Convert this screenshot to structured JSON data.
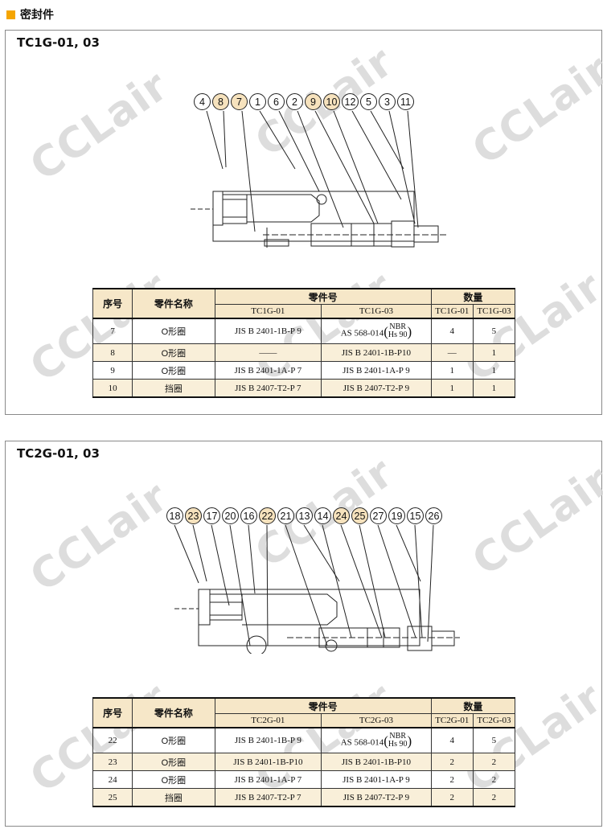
{
  "header": {
    "title": "密封件",
    "accent": "#f5a500"
  },
  "watermark": "CCLair",
  "table_headers": {
    "no": "序号",
    "name": "零件名称",
    "part_no": "零件号",
    "qty": "数量"
  },
  "section1": {
    "title": "TC1G-01, 03",
    "bubbles": [
      {
        "n": "4",
        "hl": false
      },
      {
        "n": "8",
        "hl": true
      },
      {
        "n": "7",
        "hl": true
      },
      {
        "n": "1",
        "hl": false
      },
      {
        "n": "6",
        "hl": false
      },
      {
        "n": "2",
        "hl": false
      },
      {
        "n": "9",
        "hl": true
      },
      {
        "n": "10",
        "hl": true
      },
      {
        "n": "12",
        "hl": false
      },
      {
        "n": "5",
        "hl": false
      },
      {
        "n": "3",
        "hl": false
      },
      {
        "n": "11",
        "hl": false
      }
    ],
    "model_a": "TC1G-01",
    "model_b": "TC1G-03",
    "rows": [
      {
        "no": "7",
        "name": "O形圈",
        "a": "JIS B 2401-1B-P 9",
        "b": "AS 568-014",
        "b_note_top": "NBR",
        "b_note_bot": "Hs 90",
        "qa": "4",
        "qb": "5"
      },
      {
        "no": "8",
        "name": "O形圈",
        "a": "——",
        "b": "JIS B 2401-1B-P10",
        "b_note_top": "",
        "b_note_bot": "",
        "qa": "—",
        "qb": "1"
      },
      {
        "no": "9",
        "name": "O形圈",
        "a": "JIS B 2401-1A-P 7",
        "b": "JIS B 2401-1A-P 9",
        "b_note_top": "",
        "b_note_bot": "",
        "qa": "1",
        "qb": "1"
      },
      {
        "no": "10",
        "name": "挡圈",
        "a": "JIS B 2407-T2-P 7",
        "b": "JIS B 2407-T2-P 9",
        "b_note_top": "",
        "b_note_bot": "",
        "qa": "1",
        "qb": "1"
      }
    ]
  },
  "section2": {
    "title": "TC2G-01, 03",
    "bubbles": [
      {
        "n": "18",
        "hl": false
      },
      {
        "n": "23",
        "hl": true
      },
      {
        "n": "17",
        "hl": false
      },
      {
        "n": "20",
        "hl": false
      },
      {
        "n": "16",
        "hl": false
      },
      {
        "n": "22",
        "hl": true
      },
      {
        "n": "21",
        "hl": false
      },
      {
        "n": "13",
        "hl": false
      },
      {
        "n": "14",
        "hl": false
      },
      {
        "n": "24",
        "hl": true
      },
      {
        "n": "25",
        "hl": true
      },
      {
        "n": "27",
        "hl": false
      },
      {
        "n": "19",
        "hl": false
      },
      {
        "n": "15",
        "hl": false
      },
      {
        "n": "26",
        "hl": false
      }
    ],
    "model_a": "TC2G-01",
    "model_b": "TC2G-03",
    "rows": [
      {
        "no": "22",
        "name": "O形圈",
        "a": "JIS B 2401-1B-P 9",
        "b": "AS 568-014",
        "b_note_top": "NBR",
        "b_note_bot": "Hs 90",
        "qa": "4",
        "qb": "5"
      },
      {
        "no": "23",
        "name": "O形圈",
        "a": "JIS B 2401-1B-P10",
        "b": "JIS B 2401-1B-P10",
        "b_note_top": "",
        "b_note_bot": "",
        "qa": "2",
        "qb": "2"
      },
      {
        "no": "24",
        "name": "O形圈",
        "a": "JIS B 2401-1A-P 7",
        "b": "JIS B 2401-1A-P 9",
        "b_note_top": "",
        "b_note_bot": "",
        "qa": "2",
        "qb": "2"
      },
      {
        "no": "25",
        "name": "挡圈",
        "a": "JIS B 2407-T2-P 7",
        "b": "JIS B 2407-T2-P 9",
        "b_note_top": "",
        "b_note_bot": "",
        "qa": "2",
        "qb": "2"
      }
    ]
  }
}
